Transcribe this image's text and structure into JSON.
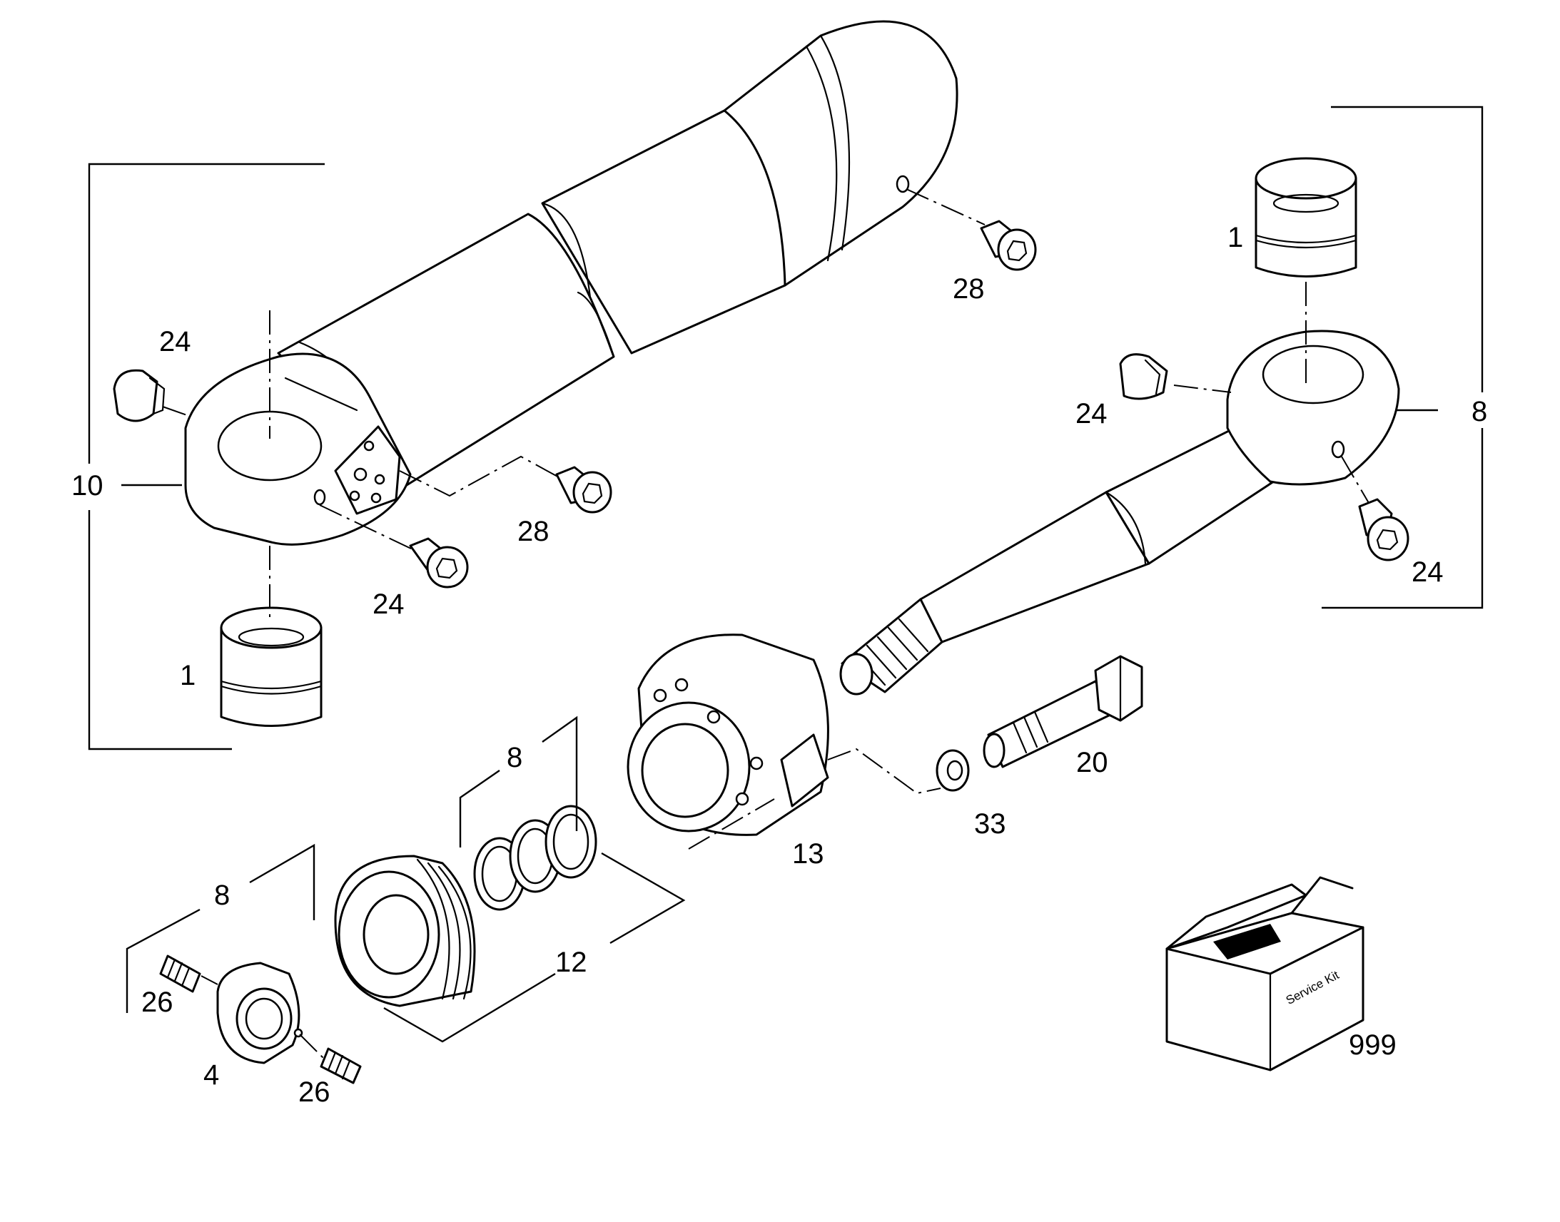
{
  "labels": {
    "item_1_left": "1",
    "item_1_right": "1",
    "item_4": "4",
    "item_8_right": "8",
    "item_8_piston": "8",
    "item_8_nut": "8",
    "item_10": "10",
    "item_12": "12",
    "item_13": "13",
    "item_20": "20",
    "item_24_top_left": "24",
    "item_24_bottom_left": "24",
    "item_24_right_upper": "24",
    "item_24_right_lower": "24",
    "item_26_upper": "26",
    "item_26_lower": "26",
    "item_28_top": "28",
    "item_28_mid": "28",
    "item_33": "33",
    "item_999": "999"
  },
  "service_kit_text": "Service Kit"
}
